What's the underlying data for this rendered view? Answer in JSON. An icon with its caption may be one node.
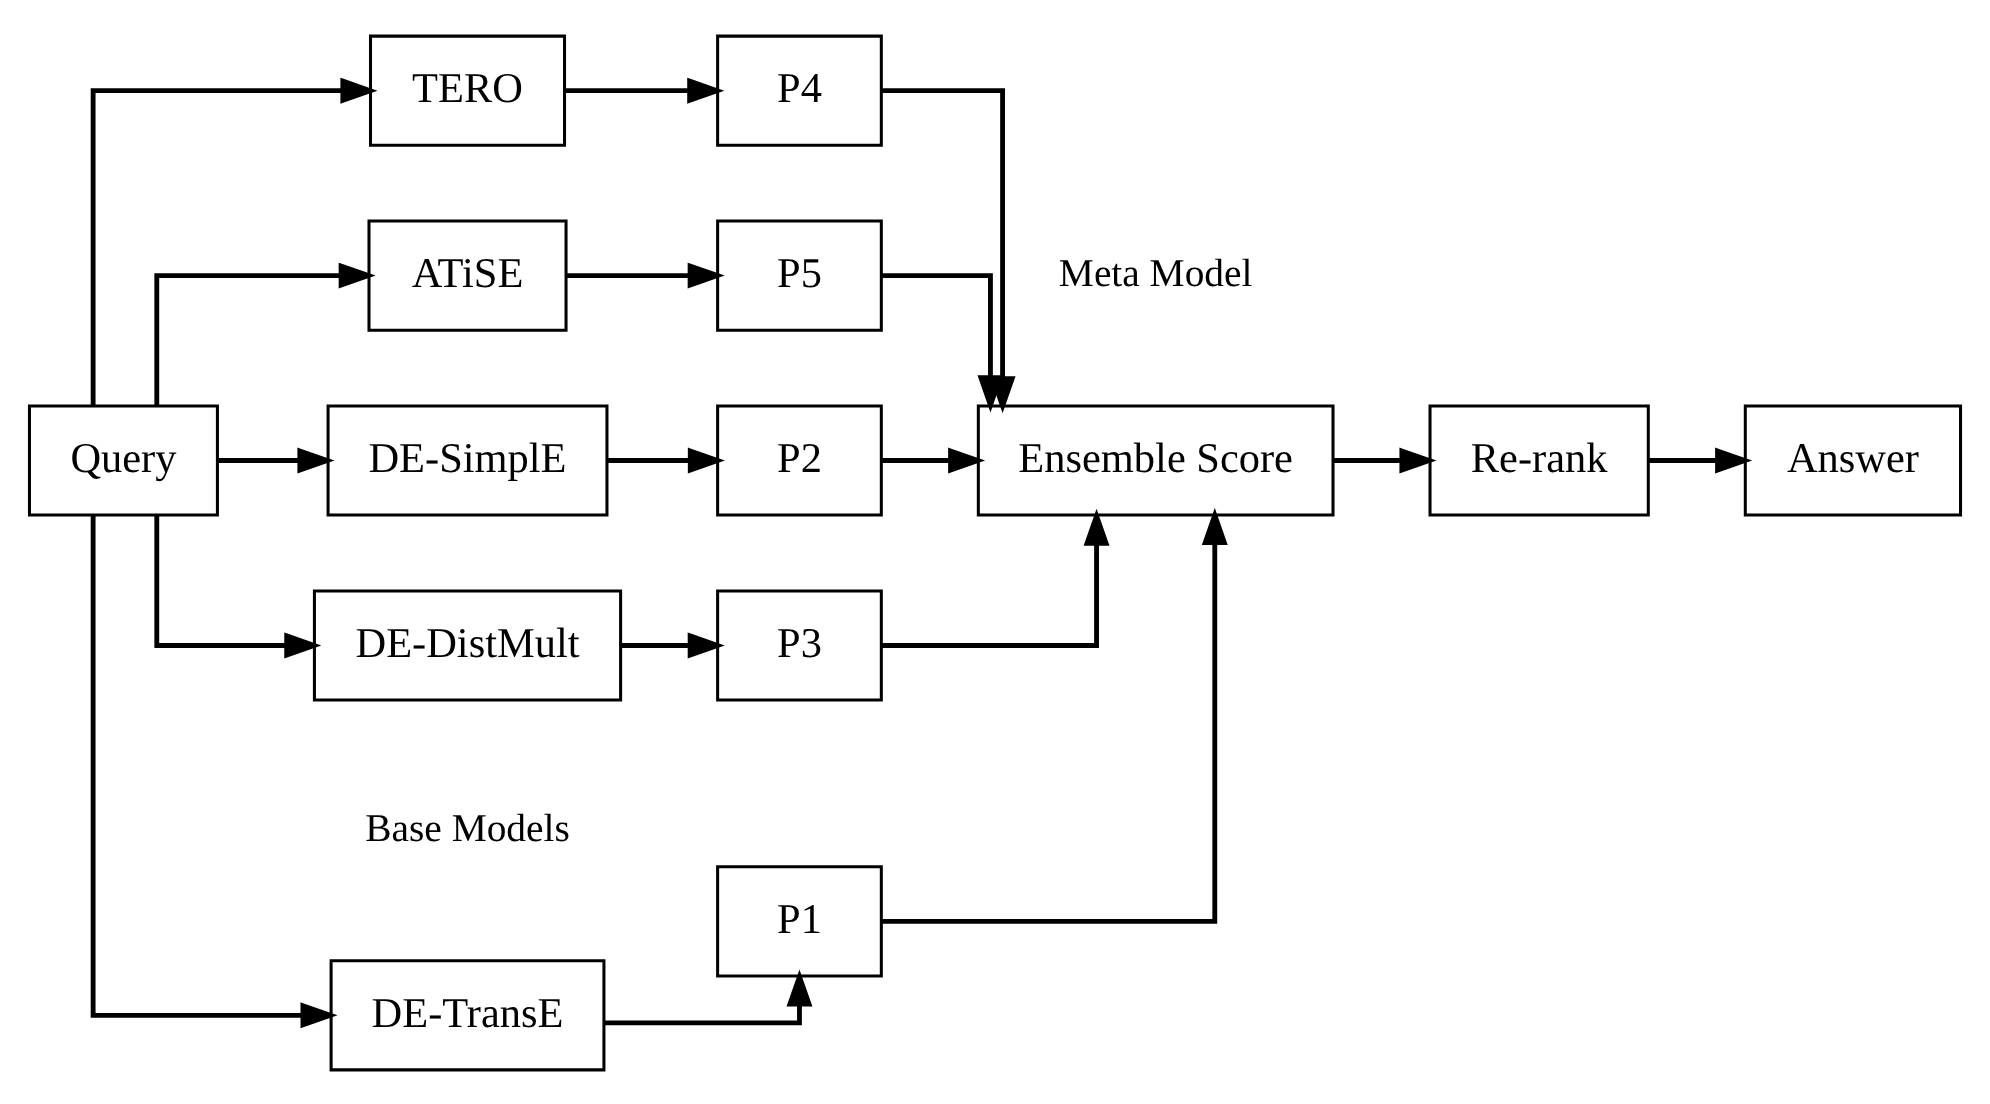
{
  "diagram": {
    "nodes": [
      {
        "text": [
          "Query"
        ]
      },
      {
        "text": [
          "DE-TransE"
        ]
      },
      {
        "text": [
          "DE-SimplE"
        ]
      },
      {
        "text": [
          "DE-DistMult"
        ]
      },
      {
        "text": [
          "TERO"
        ]
      },
      {
        "text": [
          "ATiSE"
        ]
      },
      {
        "text": [
          "P1"
        ]
      },
      {
        "text": [
          "P2"
        ]
      },
      {
        "text": [
          "P3"
        ]
      },
      {
        "text": [
          "P4"
        ]
      },
      {
        "text": [
          "P5"
        ]
      },
      {
        "text": [
          "Ensemble Score"
        ]
      },
      {
        "text": [
          "Re-rank"
        ]
      },
      {
        "text": [
          "Answer"
        ]
      }
    ],
    "edges": [
      {
        "from": 0,
        "to": 1,
        "arrow": "to"
      },
      {
        "from": 0,
        "to": 2,
        "arrow": "to"
      },
      {
        "from": 0,
        "to": 3,
        "arrow": "to"
      },
      {
        "from": 0,
        "to": 4,
        "arrow": "to"
      },
      {
        "from": 0,
        "to": 5,
        "arrow": "to"
      },
      {
        "from": 1,
        "to": 6,
        "arrow": "to"
      },
      {
        "from": 2,
        "to": 7,
        "arrow": "to"
      },
      {
        "from": 3,
        "to": 8,
        "arrow": "to"
      },
      {
        "from": 4,
        "to": 9,
        "arrow": "to"
      },
      {
        "from": 5,
        "to": 10,
        "arrow": "to"
      },
      {
        "from": 6,
        "to": 11,
        "arrow": "to"
      },
      {
        "from": 7,
        "to": 11,
        "arrow": "to"
      },
      {
        "from": 8,
        "to": 11,
        "arrow": "to"
      },
      {
        "from": 9,
        "to": 11,
        "arrow": "to"
      },
      {
        "from": 10,
        "to": 11,
        "arrow": "to"
      },
      {
        "from": 11,
        "to": 12,
        "arrow": "to"
      },
      {
        "from": 12,
        "to": 13,
        "arrow": "to"
      }
    ],
    "labels": [
      "Base Models",
      "Meta Model"
    ]
  }
}
